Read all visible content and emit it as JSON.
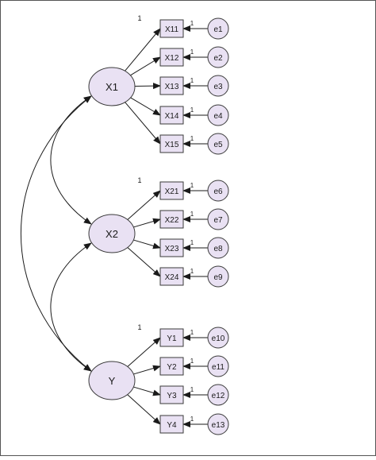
{
  "latents": [
    {
      "id": "X1",
      "label": "X1"
    },
    {
      "id": "X2",
      "label": "X2"
    },
    {
      "id": "Y",
      "label": "Y"
    }
  ],
  "observed": [
    {
      "id": "X11",
      "label": "X11",
      "factor": "X1",
      "error": "e1",
      "loading": "1"
    },
    {
      "id": "X12",
      "label": "X12",
      "factor": "X1",
      "error": "e2",
      "loading": ""
    },
    {
      "id": "X13",
      "label": "X13",
      "factor": "X1",
      "error": "e3",
      "loading": ""
    },
    {
      "id": "X14",
      "label": "X14",
      "factor": "X1",
      "error": "e4",
      "loading": ""
    },
    {
      "id": "X15",
      "label": "X15",
      "factor": "X1",
      "error": "e5",
      "loading": ""
    },
    {
      "id": "X21",
      "label": "X21",
      "factor": "X2",
      "error": "e6",
      "loading": "1"
    },
    {
      "id": "X22",
      "label": "X22",
      "factor": "X2",
      "error": "e7",
      "loading": ""
    },
    {
      "id": "X23",
      "label": "X23",
      "factor": "X2",
      "error": "e8",
      "loading": ""
    },
    {
      "id": "X24",
      "label": "X24",
      "factor": "X2",
      "error": "e9",
      "loading": ""
    },
    {
      "id": "Y1",
      "label": "Y1",
      "factor": "Y",
      "error": "e10",
      "loading": "1"
    },
    {
      "id": "Y2",
      "label": "Y2",
      "factor": "Y",
      "error": "e11",
      "loading": ""
    },
    {
      "id": "Y3",
      "label": "Y3",
      "factor": "Y",
      "error": "e12",
      "loading": ""
    },
    {
      "id": "Y4",
      "label": "Y4",
      "factor": "Y",
      "error": "e13",
      "loading": ""
    }
  ],
  "error_weight": "1",
  "covariances": [
    {
      "from": "X1",
      "to": "X2"
    },
    {
      "from": "X2",
      "to": "Y"
    },
    {
      "from": "X1",
      "to": "Y"
    }
  ]
}
